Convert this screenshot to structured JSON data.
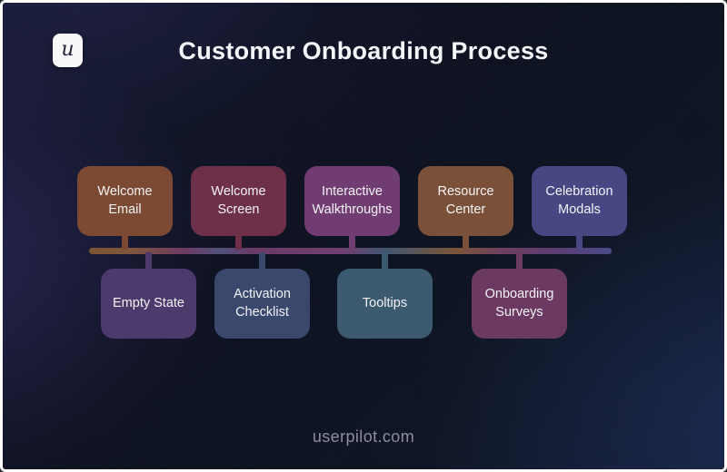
{
  "page": {
    "title": "Customer Onboarding Process",
    "logo_letter": "u",
    "footer": "userpilot.com"
  },
  "colors": {
    "background_base": "#0d1321",
    "frame": "#ffffff",
    "title_text": "#f5f6fa",
    "box_text": "#f3f3f6",
    "footer_text": "#8e8da2",
    "timeline_gradient": [
      [
        "#7d5434",
        0
      ],
      [
        "#80553b",
        8
      ],
      [
        "#6d3a62",
        18
      ],
      [
        "#50517a",
        25
      ],
      [
        "#6b3a66",
        32
      ],
      [
        "#713f70",
        48
      ],
      [
        "#41566f",
        57
      ],
      [
        "#7b5638",
        70
      ],
      [
        "#6e3f60",
        79
      ],
      [
        "#5d3a6e",
        88
      ],
      [
        "#4a4a87",
        100
      ]
    ]
  },
  "diagram": {
    "top_row": [
      {
        "label": "Welcome Email",
        "color": "#7c4a33"
      },
      {
        "label": "Welcome Screen",
        "color": "#6e3049"
      },
      {
        "label": "Interactive Walkthroughs",
        "color": "#703c72"
      },
      {
        "label": "Resource Center",
        "color": "#7a5138"
      },
      {
        "label": "Celebration Modals",
        "color": "#474784"
      }
    ],
    "bottom_row": [
      {
        "label": "Empty State",
        "color": "#4c3a6c"
      },
      {
        "label": "Activation Checklist",
        "color": "#3a486e"
      },
      {
        "label": "Tooltips",
        "color": "#3b5a70"
      },
      {
        "label": "Onboarding Surveys",
        "color": "#6c3963"
      }
    ]
  }
}
